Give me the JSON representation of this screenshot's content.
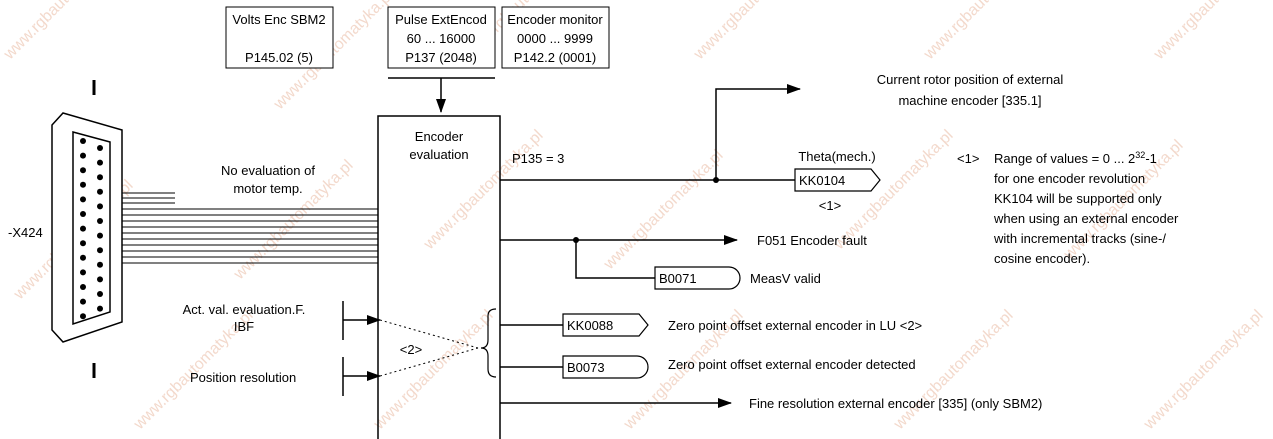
{
  "param_boxes": [
    {
      "line1": "Volts Enc SBM2",
      "line2": "",
      "line3": "P145.02 (5)"
    },
    {
      "line1": "Pulse ExtEncod",
      "line2": "60 ... 16000",
      "line3": "P137 (2048)"
    },
    {
      "line1": "Encoder monitor",
      "line2": "0000 ... 9999",
      "line3": "P142.2 (0001)"
    }
  ],
  "connector": {
    "label": "-X424"
  },
  "inputs": {
    "no_eval_line1": "No evaluation of",
    "no_eval_line2": "motor temp.",
    "act_val_line1": "Act. val. evaluation.F.",
    "act_val_line2": "IBF",
    "position_resolution": "Position resolution",
    "ref2": "<2>"
  },
  "block": {
    "line1": "Encoder",
    "line2": "evaluation",
    "param": "P135 = 3"
  },
  "outputs": {
    "rotor_line1": "Current rotor position of external",
    "rotor_line2": "machine encoder [335.1]",
    "theta_label": "Theta(mech.)",
    "kk0104": "KK0104",
    "ref1": "<1>",
    "f051": "F051 Encoder fault",
    "b0071": "B0071",
    "measv_valid": "MeasV valid",
    "kk0088": "KK0088",
    "zero_offset_lu": "Zero point offset external encoder in LU  <2>",
    "b0073": "B0073",
    "zero_offset_detected": "Zero point offset external encoder detected",
    "fine_resolution": "Fine resolution external encoder [335] (only SBM2)"
  },
  "footnote": {
    "marker": "<1>",
    "line1_pre": "Range of values = 0 ... 2",
    "line1_sup": "32",
    "line1_post": "-1",
    "line2": "for one encoder revolution",
    "line3": "KK104 will be supported only",
    "line4": "when using an external encoder",
    "line5": "with incremental tracks (sine-/",
    "line6": "cosine encoder)."
  },
  "watermark": "www.rgbautomatyka.pl"
}
